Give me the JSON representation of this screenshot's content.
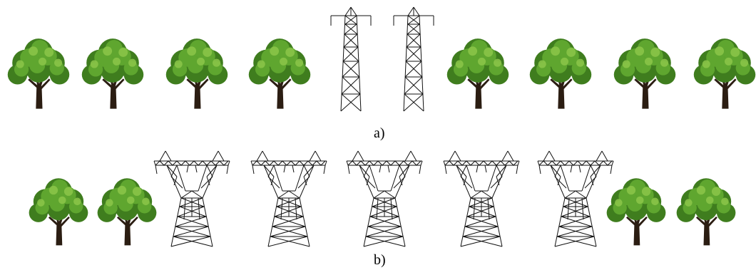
{
  "panels": {
    "a": {
      "label": "a)",
      "left_trees": 4,
      "towers": 2,
      "right_trees": 4,
      "tower_icon": "lattice-transmission-tower-narrow-icon",
      "tree_icon": "tree-icon"
    },
    "b": {
      "label": "b)",
      "left_trees": 2,
      "towers": 5,
      "right_trees": 2,
      "tower_icon": "lattice-transmission-tower-wide-icon",
      "tree_icon": "tree-icon"
    }
  },
  "colors": {
    "foliage_dark": "#3f7d1e",
    "foliage_mid": "#5fa62f",
    "foliage_light": "#8cc64a",
    "trunk": "#2b1d12",
    "tower_line": "#111111"
  }
}
